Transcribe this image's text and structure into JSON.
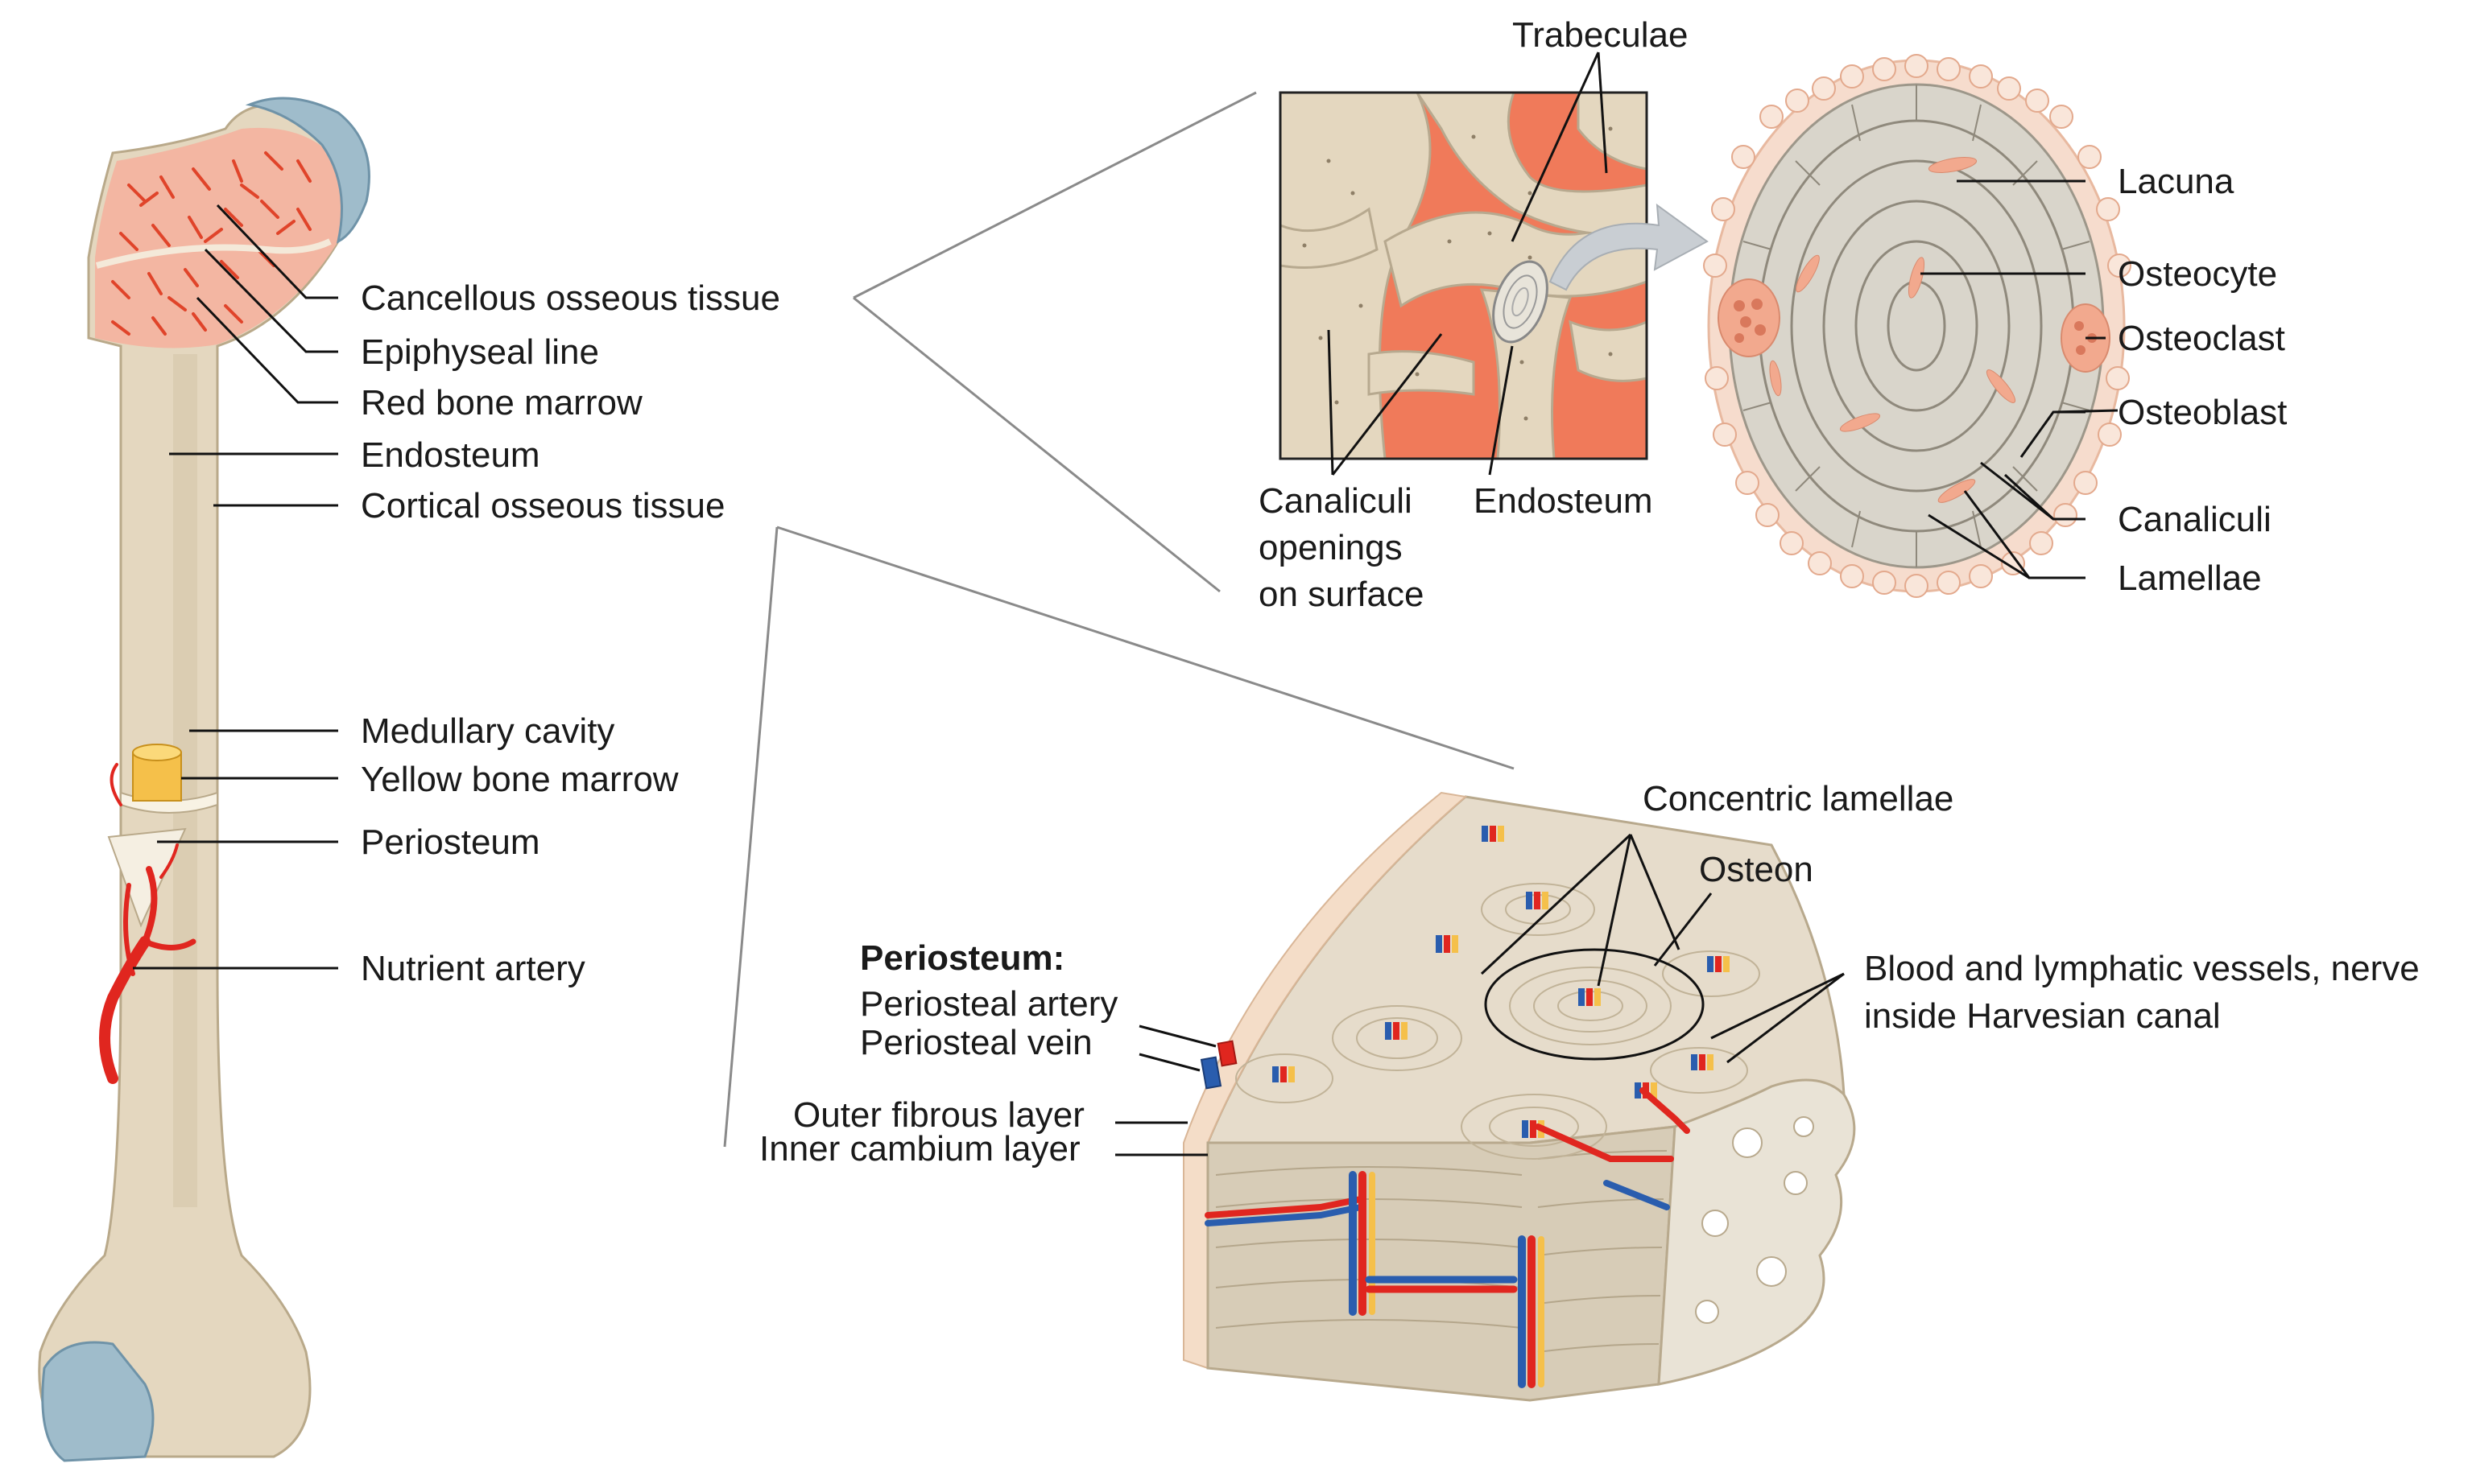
{
  "colors": {
    "bone": "#e4d7bf",
    "bone_dark": "#cdbfa3",
    "cartilage": "#9fbccb",
    "marrow_red": "#f07a5a",
    "yellow_marrow": "#f5c04a",
    "artery": "#e0261f",
    "vein": "#2a5dae"
  },
  "long_bone": {
    "labels": [
      "Cancellous osseous tissue",
      "Epiphyseal line",
      "Red bone marrow",
      "Endosteum",
      "Cortical osseous tissue",
      "Medullary cavity",
      "Yellow bone marrow",
      "Periosteum",
      "Nutrient artery"
    ]
  },
  "spongy_bone": {
    "labels": {
      "trabeculae": "Trabeculae",
      "canaliculi_openings_1": "Canaliculi",
      "canaliculi_openings_2": "openings",
      "canaliculi_openings_3": "on surface",
      "endosteum": "Endosteum"
    }
  },
  "trabecula_section": {
    "labels": [
      "Lacuna",
      "Osteocyte",
      "Osteoclast",
      "Osteoblast",
      "Canaliculi",
      "Lamellae"
    ]
  },
  "compact_bone": {
    "labels": {
      "concentric_lamellae": "Concentric lamellae",
      "osteon": "Osteon",
      "vessels_1": "Blood and lymphatic vessels, nerve",
      "vessels_2": "inside Harvesian canal",
      "periosteum_heading": "Periosteum:",
      "periosteal_artery": "Periosteal artery",
      "periosteal_vein": "Periosteal vein",
      "outer_fibrous": "Outer fibrous layer",
      "inner_cambium": "Inner cambium layer"
    }
  }
}
